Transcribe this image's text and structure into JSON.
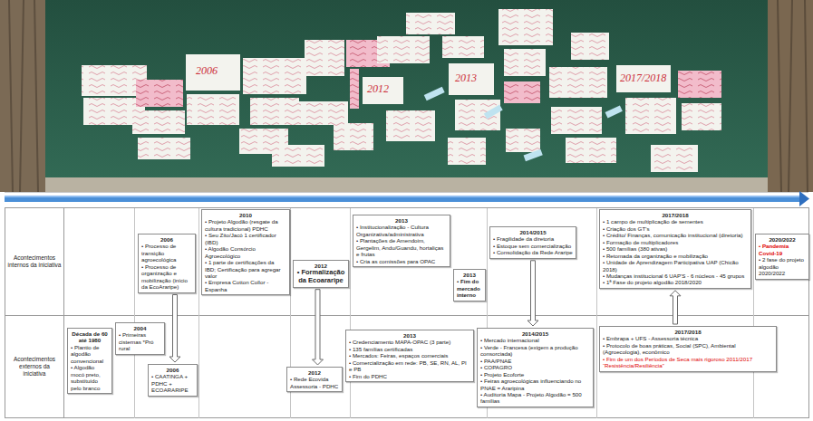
{
  "diagram": {
    "nodes": [
      {
        "text": [
          "2006",
          "• Processo de transição agroecológica",
          "• Processo de organização e mobilização (início da EcoAraripe)"
        ]
      },
      {
        "text": [
          "2010",
          "• Projeto Algodão (resgate da cultura tradicional) PDHC",
          "• Seu Zito/Jacó 1 certificador (IBD)",
          "• Algodão Consórcio Agroecológico",
          "• 1 parte de certificações da IBD; Certificação para agregar valor",
          "• Empresa Cotton Collor - Espanha"
        ]
      },
      {
        "text": [
          "2012",
          "• Formalização da Ecoararipe"
        ]
      },
      {
        "text": [
          "2013",
          "• Institucionalização - Cultura Organizativa/administrativa",
          "• Plantações de Amendoim, Gergelim, Andu/Guandu, hortaliças e frutas",
          "• Cria as comissões para OPAC"
        ]
      },
      {
        "text": [
          "2013",
          "• Fim do mercado interno"
        ]
      },
      {
        "text": [
          "2014/2015",
          "• Fragilidade da diretoria",
          "• Estoque sem comercialização",
          "• Consolidação da Rede Araripe"
        ]
      },
      {
        "text": [
          "2017/2018",
          "• 1 campo de multiplicação de sementes",
          "• Criação dos GT's",
          "• Crédito/ Finanças, comunicação institucional (diretoria)",
          "• Formação de multiplicadores",
          "• 500 famílias (380 ativas)",
          "• Retomada da organização e mobilização",
          "• Unidade de Aprendizagem Participativa UAP (Chicão 2018)",
          "• Mudanças institucional 6 UAP'S - 6 núcleos - 45 grupos",
          "• 1ª Fase do projeto algodão 2018/2020"
        ]
      },
      {
        "text": [
          "2020/2022",
          "• Pandemia Covid-19",
          "• 2 fase do projeto algodão 2020/2022"
        ]
      },
      {
        "text": [
          "Década de 60 até 1980",
          "• Plantio de algodão convencional",
          "• Algodão mocó preto, substituído pelo branco"
        ]
      },
      {
        "text": [
          "2004",
          "• Primeiras cisternas *Pró rural"
        ]
      },
      {
        "text": [
          "2006",
          "• CAATINGA + PDHC + ECOARARIPE"
        ]
      },
      {
        "text": [
          "2012",
          "• Rede Ecovida Assessoria - PDHC"
        ]
      },
      {
        "text": [
          "2013",
          "• Credenciamento MAPA-OPAC (3 parte)",
          "• 135 famílias certificadas",
          "• Mercados: Feiras, espaços comerciais",
          "• Comercialização em rede: PB, SE, RN, AL, PI e PB",
          "• Fim do PDHC"
        ]
      },
      {
        "text": [
          "2014/2015",
          "• Mercado internacional",
          "• Verde - Francesa (exigem a produção consorciada)",
          "• PAA/PNAE",
          "• COPAGRO",
          "• Projeto Ecoforte",
          "• Feiras agroecológicas influenciando no PNAE = Araripina",
          "• Auditoria Mapa - Projeto Algodão = 500 famílias"
        ]
      },
      {
        "text": [
          "2017/2018",
          "• Embrapa + UFS - Assessoria técnica",
          "• Protocolo de boas práticas, Social (SPC), Ambiental (Agroecologia), econômico",
          "• Fim de um dos Períodos de Seca mais rigoroso 2011/2017 “Resistência/Resiliência”"
        ]
      }
    ],
    "edges": [
      {
        "from": 0,
        "to": 10,
        "arrow": "to"
      },
      {
        "from": 2,
        "to": 11,
        "arrow": "to"
      },
      {
        "from": 5,
        "to": 13,
        "arrow": "to"
      },
      {
        "from": 14,
        "to": 6,
        "arrow": "to"
      }
    ],
    "labels": [
      "Acontecimentos internos da iniciativa",
      "Acontecimentos externos da iniciativa",
      "2006",
      "2012",
      "2013",
      "2017/2018"
    ]
  }
}
